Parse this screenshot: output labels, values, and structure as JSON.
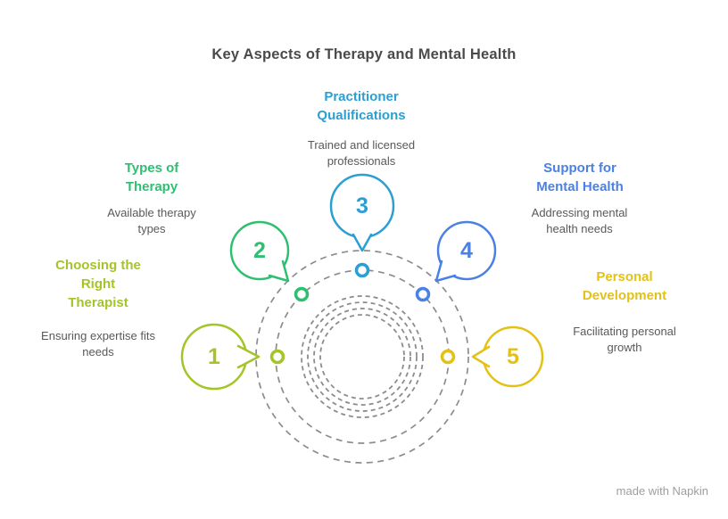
{
  "title": "Key Aspects of Therapy and Mental Health",
  "watermark": "made with Napkin",
  "colors": {
    "title": "#4a4a4a",
    "subtext": "#595959",
    "ring": "#8c8c8c",
    "watermark": "#9e9e9e",
    "background": "#ffffff"
  },
  "sections": [
    {
      "num": "1",
      "label": "Choosing the Right Therapist",
      "sublabel": "Ensuring expertise fits needs",
      "color": "#a4c427"
    },
    {
      "num": "2",
      "label": "Types of Therapy",
      "sublabel": "Available therapy types",
      "color": "#2fbf71"
    },
    {
      "num": "3",
      "label": "Practitioner Qualifications",
      "sublabel": "Trained and licensed professionals",
      "color": "#2b9fd3"
    },
    {
      "num": "4",
      "label": "Support for Mental Health",
      "sublabel": "Addressing mental health needs",
      "color": "#4b80e4"
    },
    {
      "num": "5",
      "label": "Personal Development",
      "sublabel": "Facilitating personal growth",
      "color": "#e4c117"
    }
  ]
}
